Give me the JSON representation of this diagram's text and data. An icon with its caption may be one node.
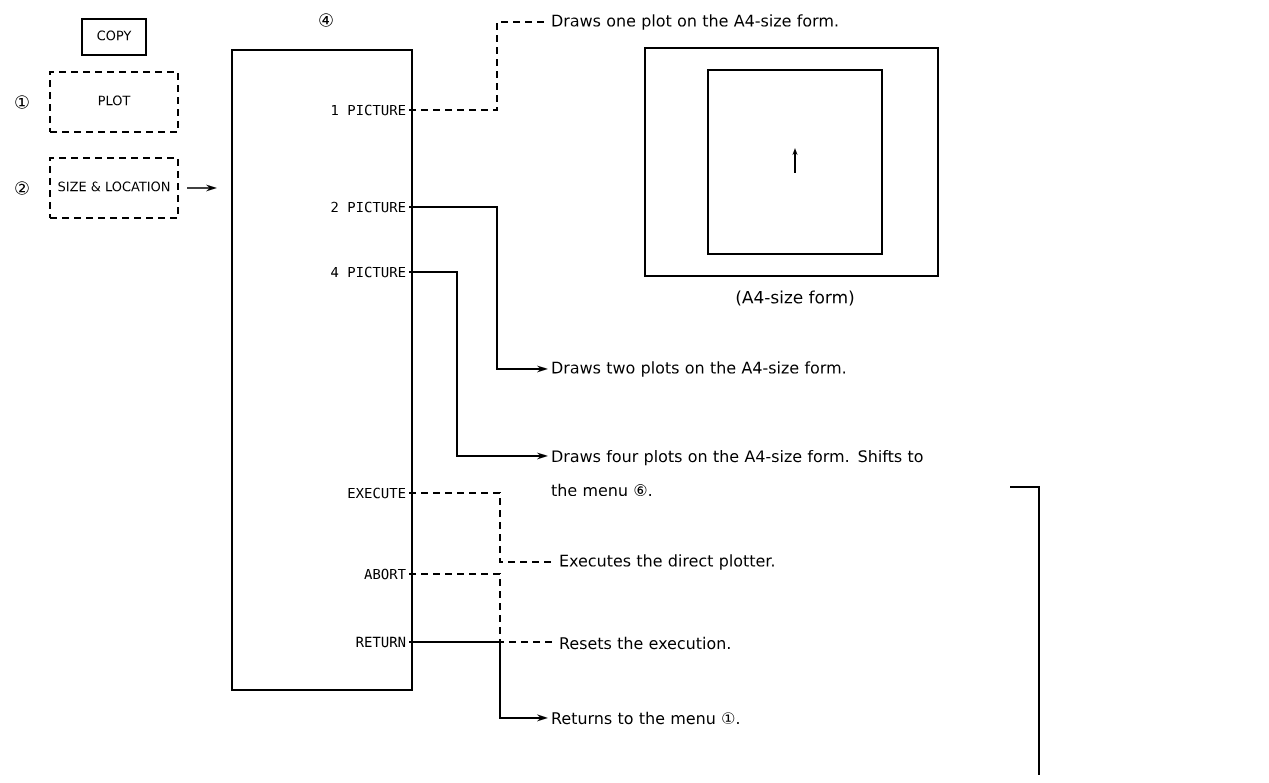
{
  "diagram": {
    "nodes": [
      {
        "text": [
          "COPY"
        ]
      },
      {
        "text": [
          "PLOT"
        ],
        "beside": [
          "①"
        ]
      },
      {
        "text": [
          "SIZE & LOCATION"
        ],
        "beside": [
          "②"
        ]
      },
      {
        "text": [],
        "shape": "box",
        "beside": [
          "④"
        ]
      },
      {
        "text": [
          "1 PICTURE"
        ],
        "in": 3
      },
      {
        "text": [
          "2 PICTURE"
        ],
        "in": 3
      },
      {
        "text": [
          "4 PICTURE"
        ],
        "in": 3
      },
      {
        "text": [
          "EXECUTE"
        ],
        "in": 3
      },
      {
        "text": [
          "ABORT"
        ],
        "in": 3
      },
      {
        "text": [
          "RETURN"
        ],
        "in": 3
      },
      {
        "text": [
          "Draws one plot on the A4-size form."
        ]
      },
      {
        "text": [
          "Draws two plots on the A4-size form."
        ]
      },
      {
        "text": [
          "Draws four plots on the A4-size form. Shifts to the menu ⑥."
        ]
      },
      {
        "text": [
          "Executes the direct plotter."
        ]
      },
      {
        "text": [
          "Resets the execution."
        ]
      },
      {
        "text": [
          "Returns to the menu ①."
        ]
      }
    ],
    "edges": [
      {
        "from": 2,
        "to": 3,
        "arrow": "to"
      },
      {
        "from": 4,
        "to": 10,
        "arrow": "none",
        "style": "dashed"
      },
      {
        "from": 5,
        "to": 11,
        "arrow": "to"
      },
      {
        "from": 6,
        "to": 12,
        "arrow": "to"
      },
      {
        "from": 7,
        "to": 13,
        "arrow": "none",
        "style": "dashed"
      },
      {
        "from": 8,
        "to": 14,
        "arrow": "none",
        "style": "dashed"
      },
      {
        "from": 9,
        "to": 15,
        "arrow": "to"
      }
    ],
    "labels": [
      "(A4-size form)"
    ]
  }
}
